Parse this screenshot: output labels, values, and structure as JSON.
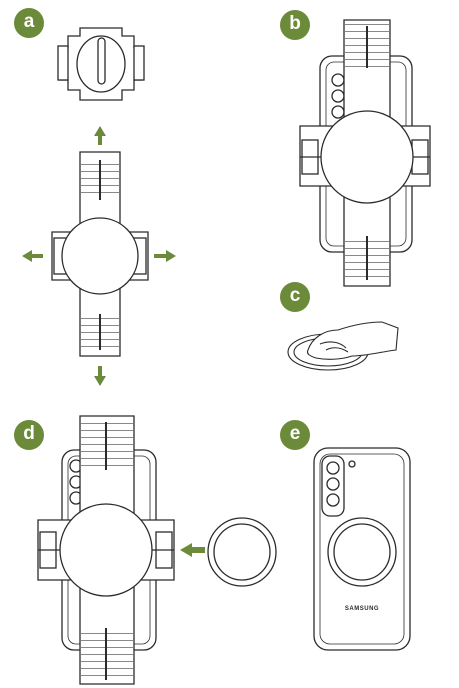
{
  "steps": [
    {
      "label": "a"
    },
    {
      "label": "b"
    },
    {
      "label": "c"
    },
    {
      "label": "d"
    },
    {
      "label": "e"
    }
  ],
  "phone": {
    "brand_text": "SAMSUNG"
  },
  "colors": {
    "accent": "#6b8a3a",
    "line": "#2b2b2b",
    "phone_body": "#f4f4f4",
    "background": "#ffffff"
  },
  "icons": [
    "arrow-up-icon",
    "arrow-down-icon",
    "arrow-left-icon",
    "arrow-right-icon"
  ]
}
